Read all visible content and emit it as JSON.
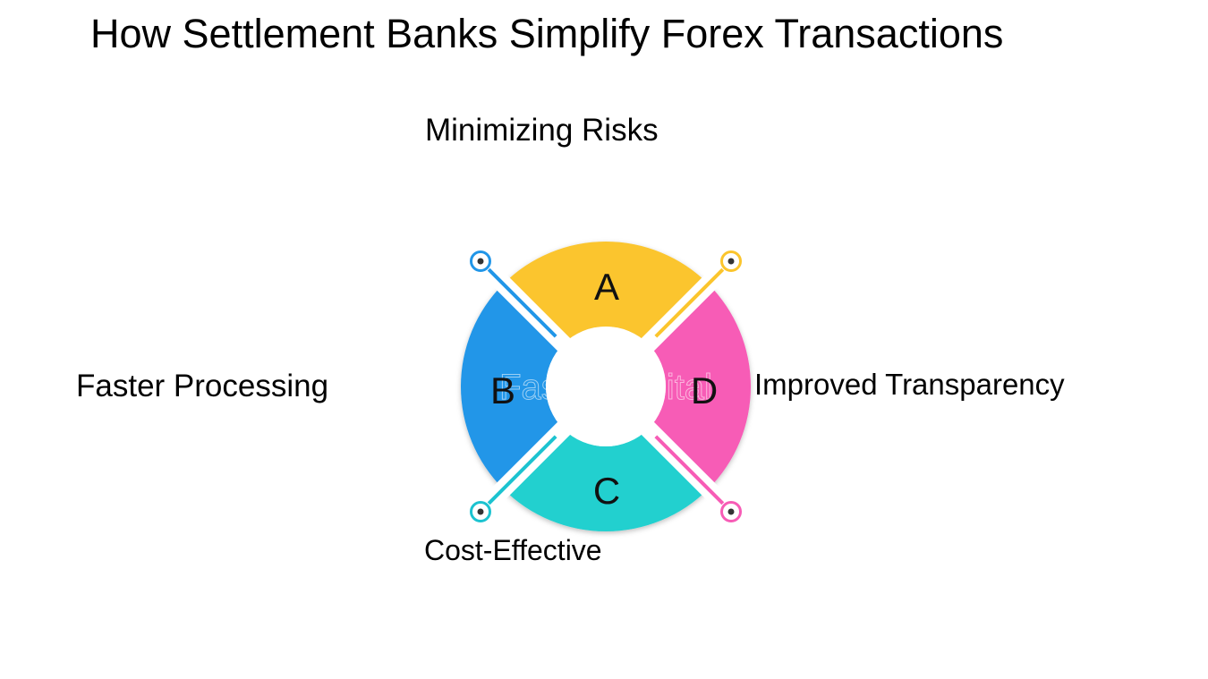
{
  "title": "How Settlement Banks Simplify Forex Transactions",
  "watermark": "FasterCapital",
  "segments": [
    {
      "letter": "A",
      "label": "Minimizing Risks",
      "color": "#FBC52D"
    },
    {
      "letter": "B",
      "label": "Faster Processing",
      "color": "#2196E8"
    },
    {
      "letter": "C",
      "label": "Cost-Effective",
      "color": "#22D0CF"
    },
    {
      "letter": "D",
      "label": "Improved Transparency",
      "color": "#F75CB6"
    }
  ]
}
